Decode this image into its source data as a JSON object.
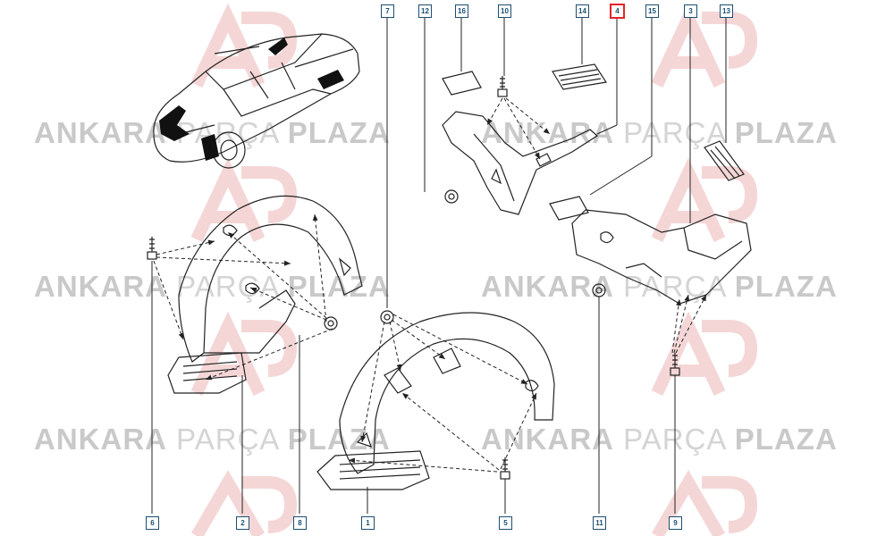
{
  "watermark": {
    "brand_bold": "ANKARA",
    "brand_light": "PARÇA",
    "brand_bold2": "PLAZA",
    "logo_text": "AP",
    "logo_color": "#f3c9c9"
  },
  "colors": {
    "callout_border": "#1b4f72",
    "callout_text": "#1b4f72",
    "highlight_border": "#e3242b",
    "line": "#222222"
  },
  "callouts": {
    "c7": "7",
    "c12": "12",
    "c16": "16",
    "c10": "10",
    "c14": "14",
    "c4": "4",
    "c15": "15",
    "c3": "3",
    "c13": "13",
    "c6": "6",
    "c2": "2",
    "c8": "8",
    "c1": "1",
    "c5": "5",
    "c11": "11",
    "c9": "9"
  }
}
